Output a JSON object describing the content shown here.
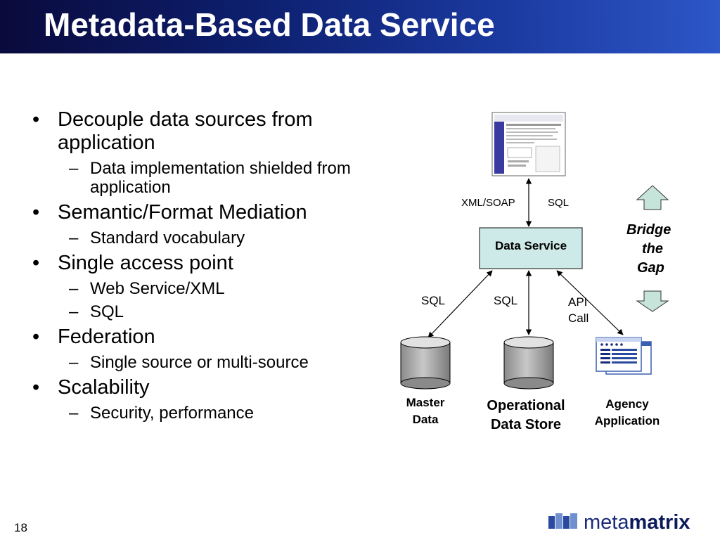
{
  "slide": {
    "title": "Metadata-Based Data Service",
    "page_number": "18"
  },
  "bullets": [
    {
      "text": "Decouple data sources from application",
      "subs": [
        "Data implementation shielded from application"
      ]
    },
    {
      "text": "Semantic/Format Mediation",
      "subs": [
        "Standard vocabulary"
      ]
    },
    {
      "text": "Single access point",
      "subs": [
        "Web Service/XML",
        "SQL"
      ]
    },
    {
      "text": "Federation",
      "subs": [
        "Single source or multi-source"
      ]
    },
    {
      "text": "Scalability",
      "subs": [
        "Security, performance"
      ]
    }
  ],
  "diagram": {
    "data_service_label": "Data Service",
    "xml_soap_label": "XML/SOAP",
    "sql_top_label": "SQL",
    "sql_left_label": "SQL",
    "sql_mid_label": "SQL",
    "api_call_label_1": "API",
    "api_call_label_2": "Call",
    "master_data_1": "Master",
    "master_data_2": "Data",
    "ods_1": "Operational",
    "ods_2": "Data Store",
    "agency_1": "Agency",
    "agency_2": "Application",
    "bridge_1": "Bridge",
    "bridge_2": "the",
    "bridge_3": "Gap",
    "box_fill": "#cdeae8",
    "arrow_fill": "#c6e4da"
  },
  "logo": {
    "part1": "meta",
    "part2": "matrix"
  }
}
